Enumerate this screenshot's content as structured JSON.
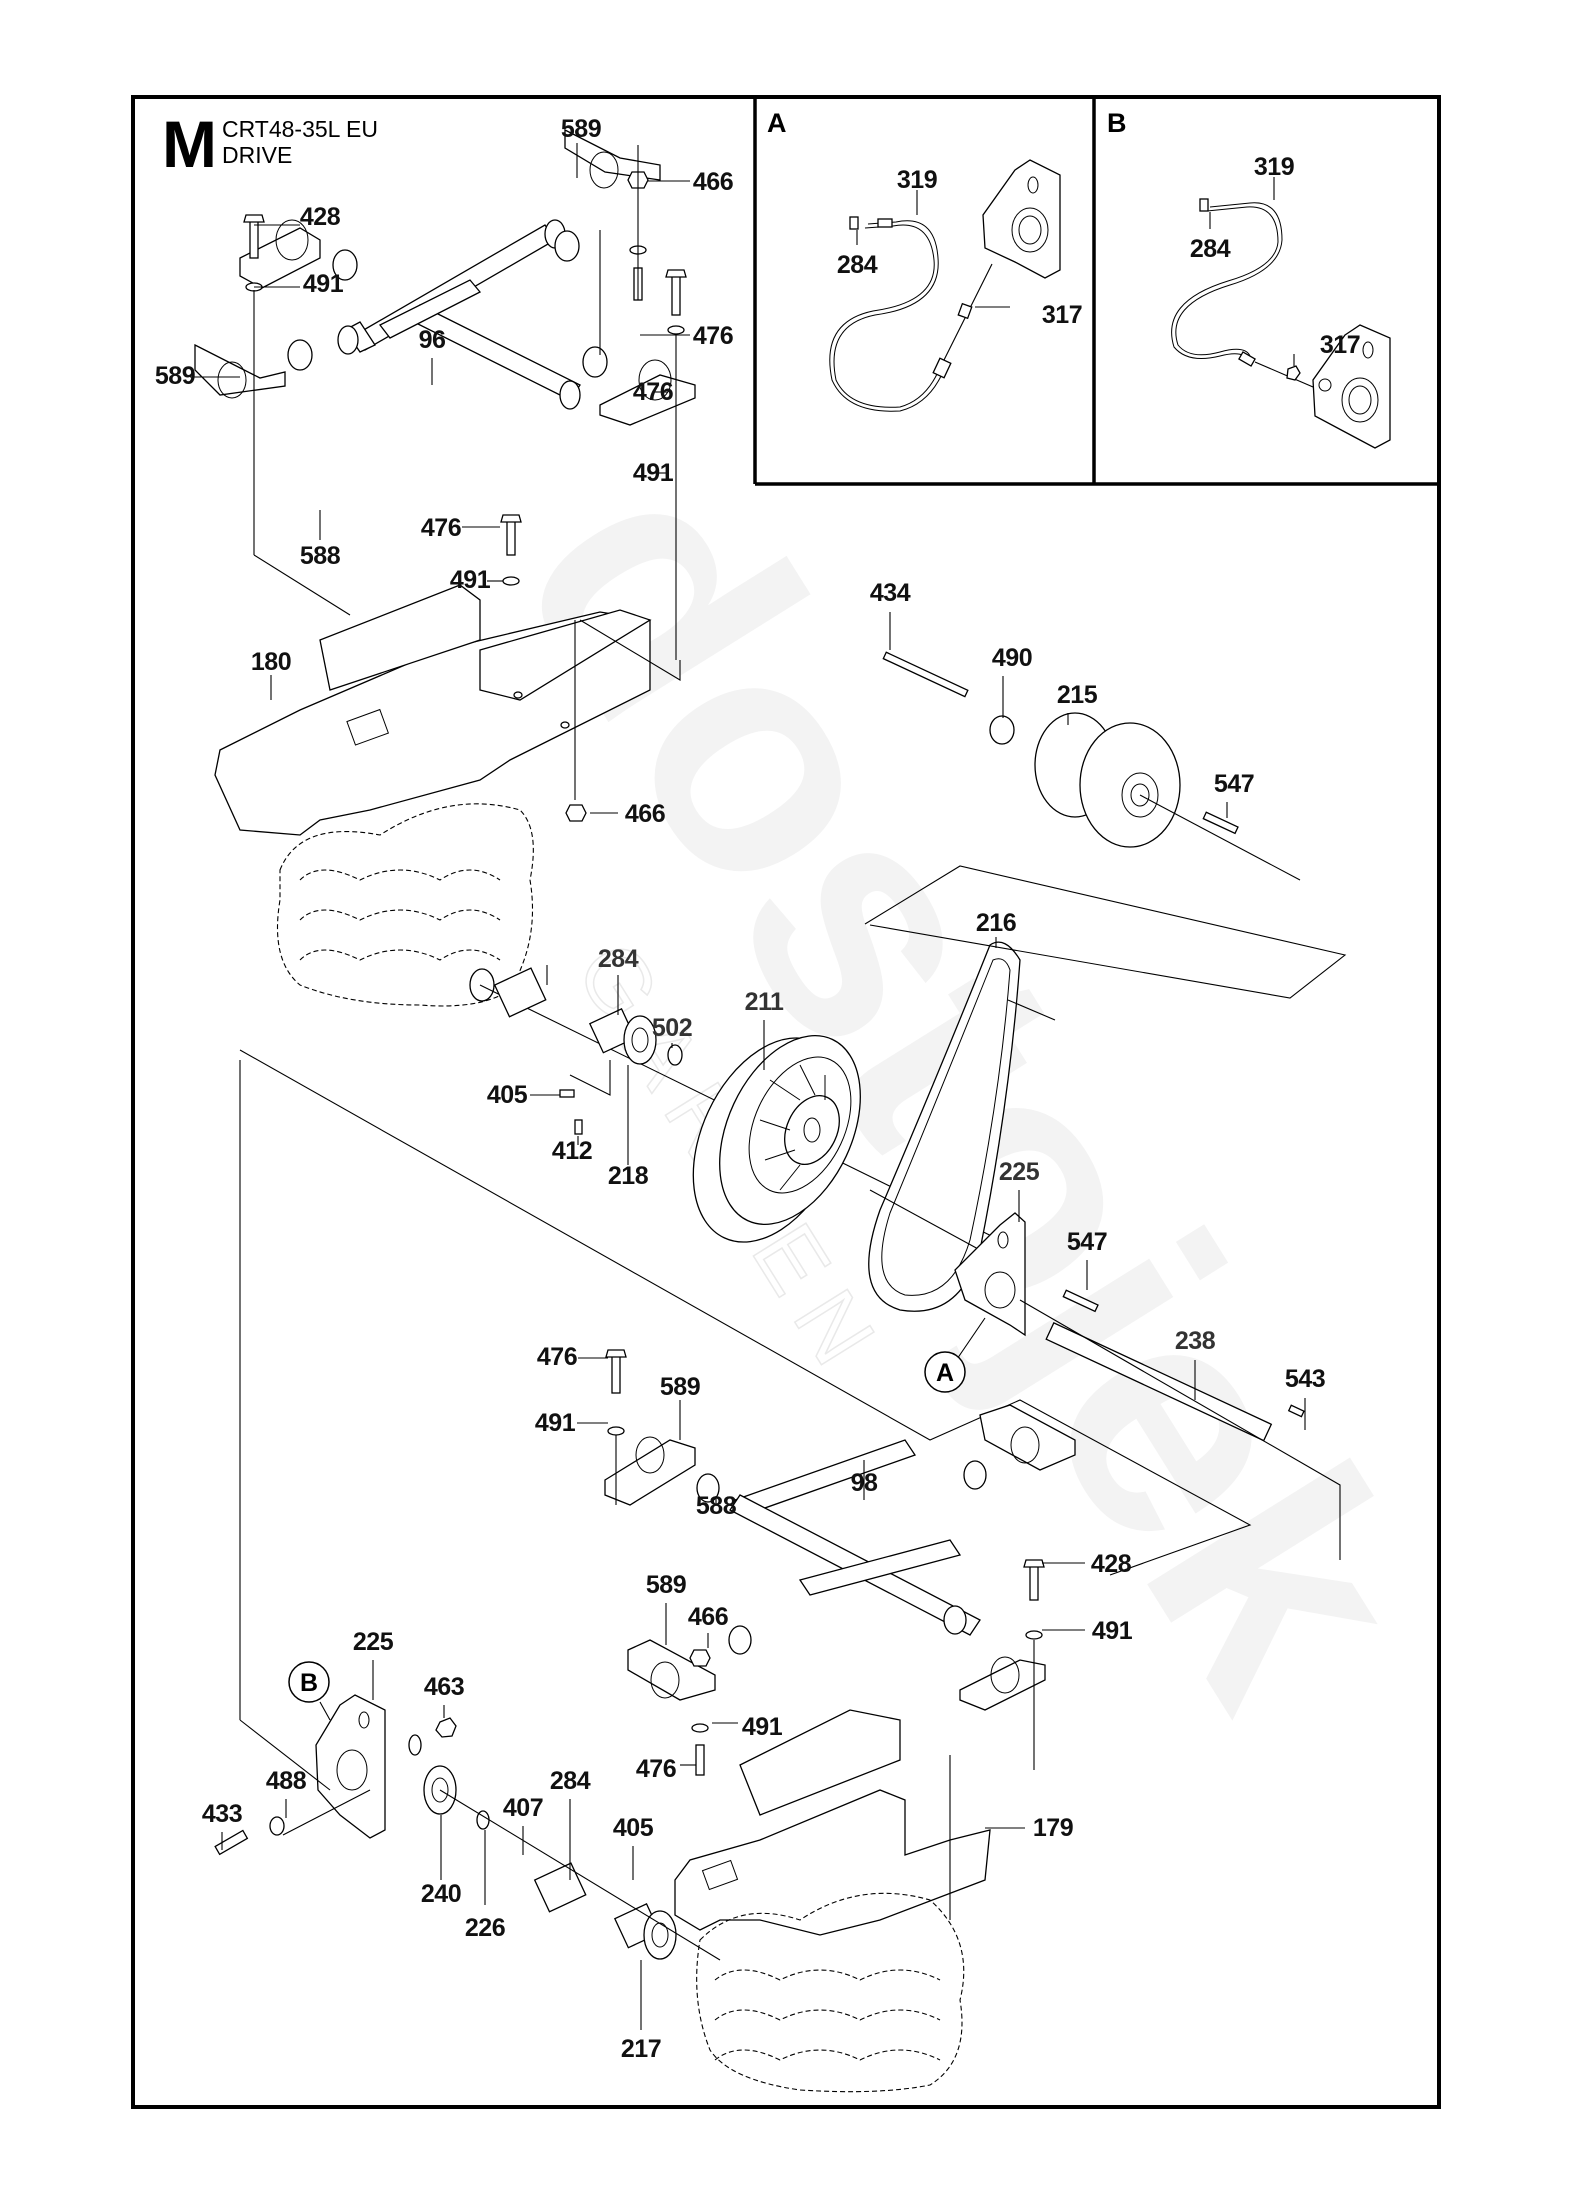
{
  "header": {
    "section_letter": "M",
    "model": "CRT48-35L EU",
    "group": "DRIVE"
  },
  "watermark": {
    "brand": "dostojek",
    "sub": "GARDEN"
  },
  "insets": [
    {
      "letter": "A",
      "callouts": [
        "319",
        "284",
        "317"
      ]
    },
    {
      "letter": "B",
      "callouts": [
        "319",
        "284",
        "317"
      ]
    }
  ],
  "reference_markers": [
    "A",
    "B"
  ],
  "callouts": [
    "589",
    "466",
    "428",
    "491",
    "96",
    "589",
    "476",
    "476",
    "491",
    "588",
    "476",
    "491",
    "180",
    "466",
    "434",
    "490",
    "215",
    "547",
    "216",
    "284",
    "211",
    "502",
    "405",
    "412",
    "218",
    "225",
    "547",
    "238",
    "543",
    "476",
    "589",
    "491",
    "588",
    "98",
    "428",
    "589",
    "466",
    "491",
    "225",
    "463",
    "491",
    "476",
    "179",
    "433",
    "488",
    "284",
    "407",
    "405",
    "240",
    "226",
    "217"
  ]
}
